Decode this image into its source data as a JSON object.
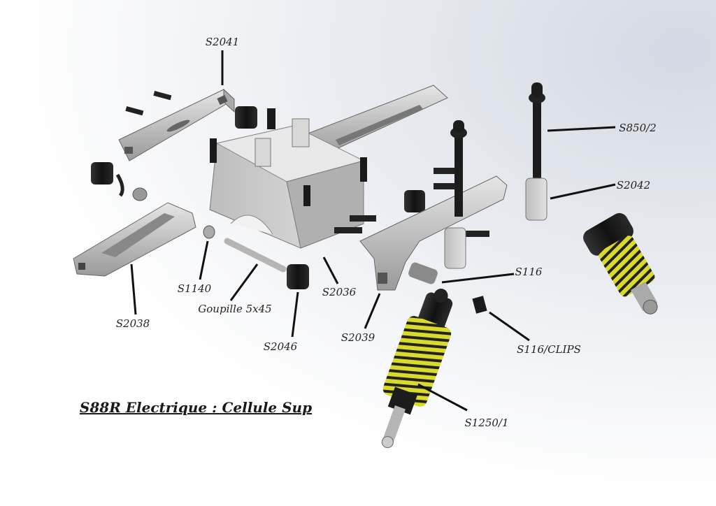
{
  "title": "S88R Electrique : Cellule Sup",
  "labels": {
    "s2041": "S2041",
    "s850_2": "S850/2",
    "s2042": "S2042",
    "s116": "S116",
    "s116_clips": "S116/CLIPS",
    "s1250_1": "S1250/1",
    "s2039": "S2039",
    "s2046": "S2046",
    "s2036": "S2036",
    "goupille": "Goupille 5x45",
    "s1140": "S1140",
    "s2038": "S2038"
  },
  "colors": {
    "aluminum": "#c8c8c8",
    "black_parts": "#1c1c1c",
    "spring": "#d9d92a",
    "leader": "#111111"
  }
}
